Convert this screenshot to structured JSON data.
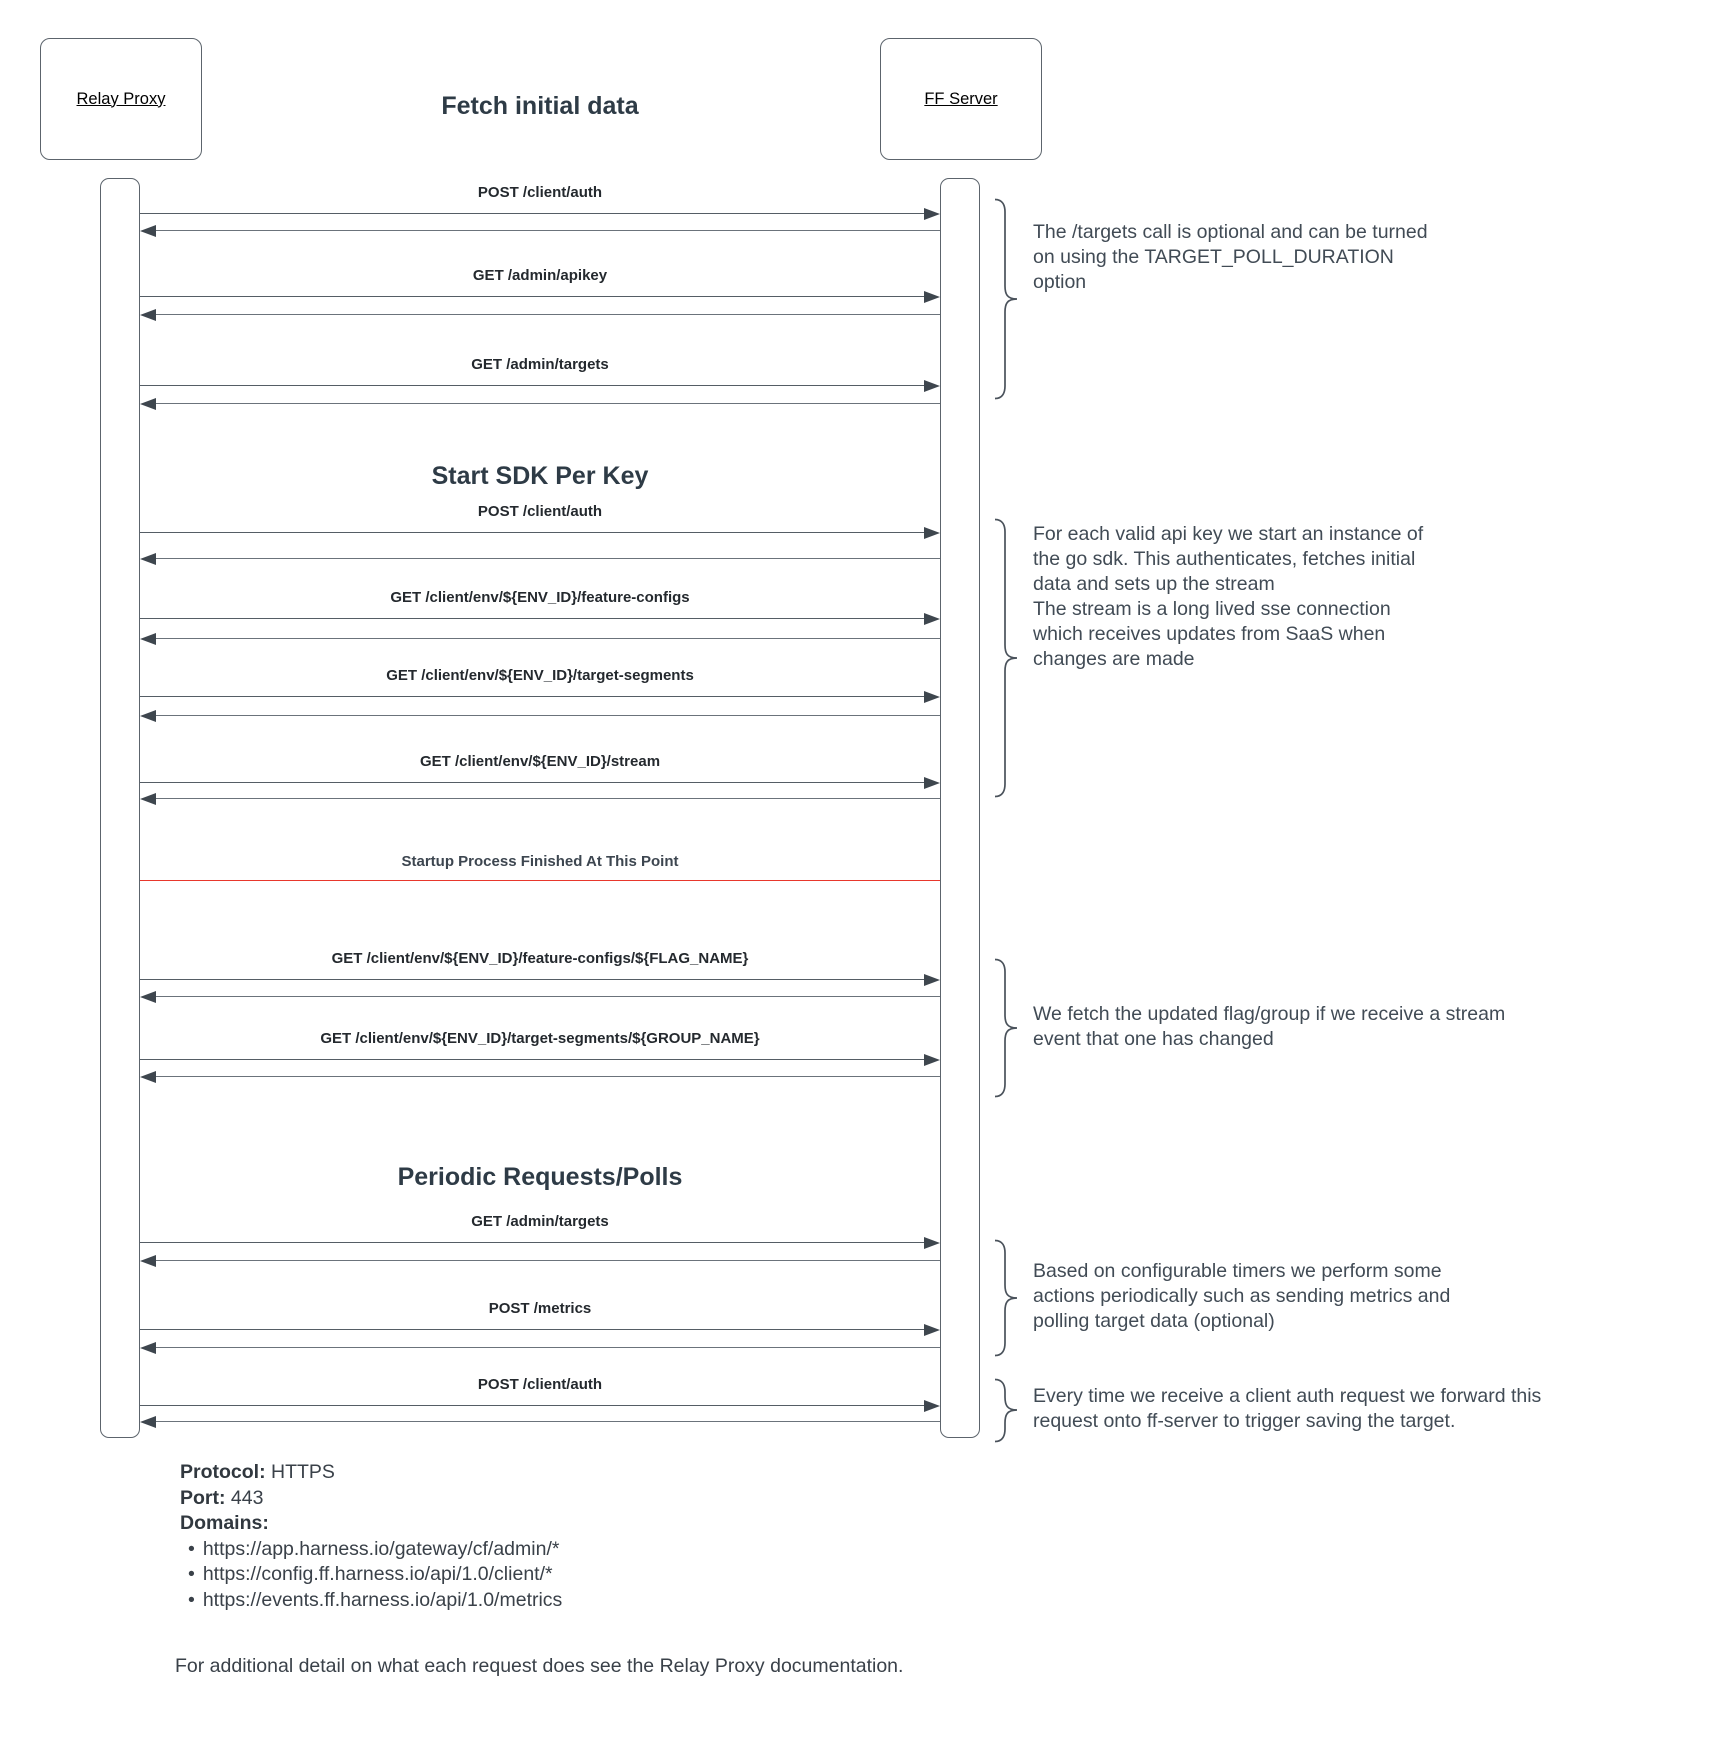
{
  "actors": {
    "left": "Relay Proxy",
    "right": "FF Server"
  },
  "sections": {
    "fetch_initial": "Fetch initial data",
    "start_sdk": "Start SDK Per Key",
    "periodic": "Periodic Requests/Polls"
  },
  "divider": {
    "label": "Startup Process Finished At This Point",
    "color": "#e8372c"
  },
  "messages": [
    {
      "label": "POST /client/auth"
    },
    {
      "label": "GET /admin/apikey"
    },
    {
      "label": "GET /admin/targets"
    },
    {
      "label": "POST /client/auth"
    },
    {
      "label": "GET /client/env/${ENV_ID}/feature-configs"
    },
    {
      "label": "GET /client/env/${ENV_ID}/target-segments"
    },
    {
      "label": "GET /client/env/${ENV_ID}/stream"
    },
    {
      "label": "GET /client/env/${ENV_ID}/feature-configs/${FLAG_NAME}"
    },
    {
      "label": "GET /client/env/${ENV_ID}/target-segments/${GROUP_NAME}"
    },
    {
      "label": "GET /admin/targets"
    },
    {
      "label": "POST /metrics"
    },
    {
      "label": "POST /client/auth"
    }
  ],
  "annotations": [
    {
      "text": [
        "The /targets call is optional and can be turned",
        "on using the TARGET_POLL_DURATION",
        "option"
      ]
    },
    {
      "text": [
        "For each valid api key we start an instance of",
        "the go sdk. This authenticates, fetches initial",
        "data and sets up the stream",
        "The stream is a long lived sse connection",
        "which receives updates from SaaS when",
        "changes are made"
      ]
    },
    {
      "text": [
        "We fetch the updated flag/group if we receive a stream",
        "event that one has changed"
      ]
    },
    {
      "text": [
        "Based on configurable timers we perform some",
        "actions periodically such as sending metrics and",
        "polling target data (optional)"
      ]
    },
    {
      "text": [
        "Every time we receive a client auth request we forward this",
        "request onto ff-server to trigger saving the target."
      ]
    }
  ],
  "footer": {
    "protocol_label": "Protocol:",
    "protocol_value": "HTTPS",
    "port_label": "Port:",
    "port_value": "443",
    "domains_label": "Domains:",
    "bullet": "•",
    "domains": [
      "https://app.harness.io/gateway/cf/admin/*",
      "https://config.ff.harness.io/api/1.0/client/*",
      "https://events.ff.harness.io/api/1.0/metrics"
    ],
    "note": "For additional detail on what each request does see the Relay Proxy documentation."
  }
}
